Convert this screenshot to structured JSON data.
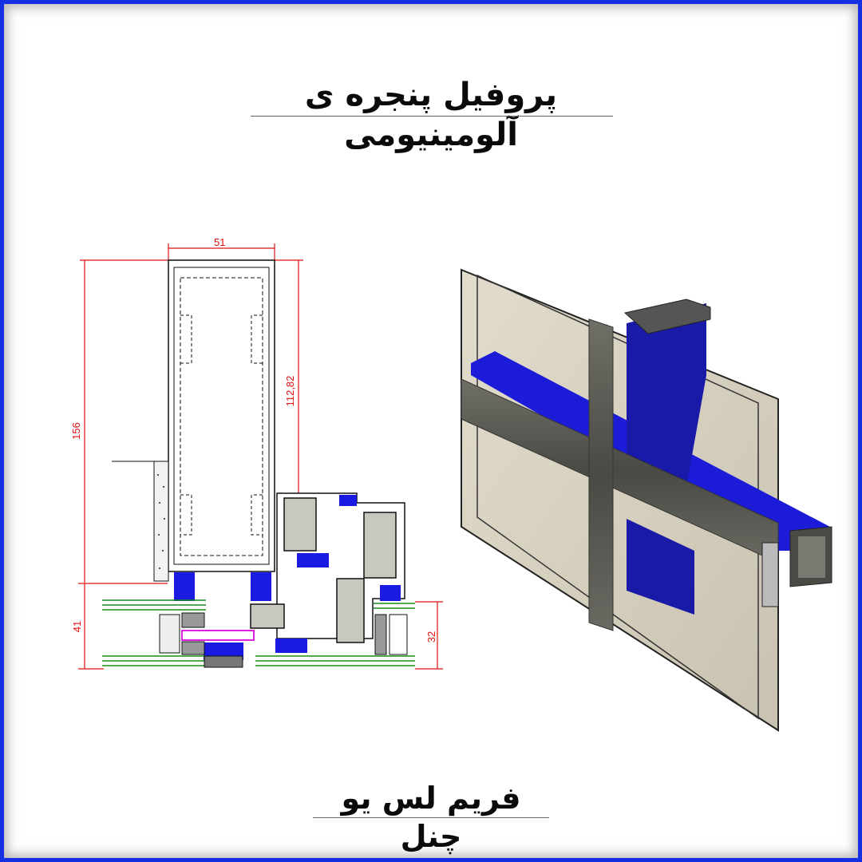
{
  "page": {
    "title": "پروفیل پنجره ی آلومینیومی",
    "caption": "فریم لس یو چنل",
    "border_color": "#1530e0"
  },
  "drawing": {
    "type": "cad-section",
    "dimensions": {
      "width_top": "51",
      "total_height": "156",
      "mullion_height": "112,82",
      "glass_depth_left": "41",
      "glass_depth_right": "32"
    },
    "colors": {
      "dimension": "#e01010",
      "gasket": "#1a1ae0",
      "glass": "#1a8a1a",
      "thermal_break": "#e020e0",
      "outline": "#111111"
    }
  },
  "render": {
    "description": "3D curtain wall profile with blue transom and mullion",
    "colors": {
      "blue_panel": "#1c1cd8",
      "frame": "#5a5a55",
      "glass": "#d9d2c2"
    }
  }
}
